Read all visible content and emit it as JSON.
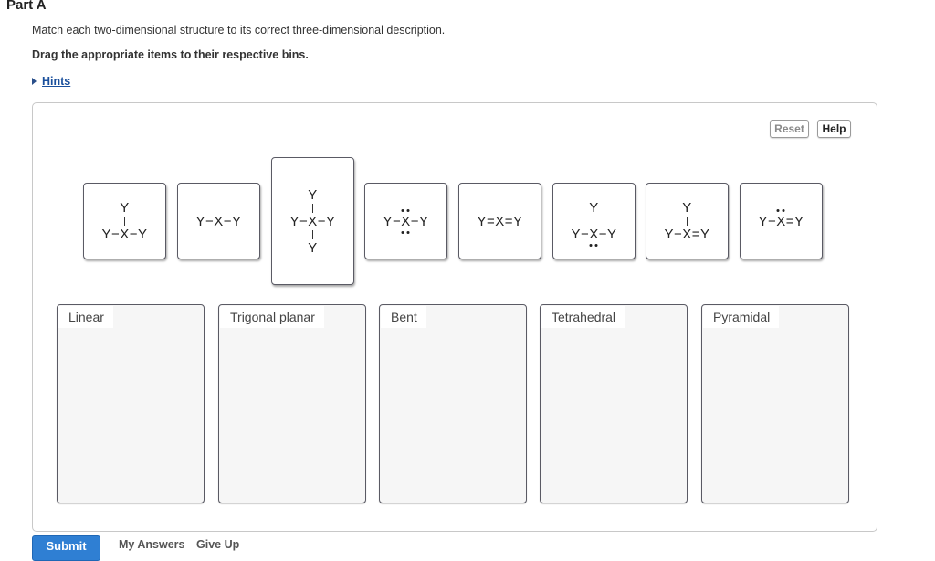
{
  "part": {
    "title": "Part A"
  },
  "instructions": {
    "text": "Match each two-dimensional structure to its correct three-dimensional description.",
    "drag_text": "Drag the appropriate items to their respective bins."
  },
  "hints": {
    "label": "Hints",
    "icon": "triangle-right-icon"
  },
  "toolbar": {
    "reset_label": "Reset",
    "help_label": "Help"
  },
  "tiles": [
    {
      "id": "t1",
      "top": "Y",
      "left": "Y",
      "bond_left": "−",
      "center": "X",
      "bond_right": "−",
      "right": "Y",
      "lone_pairs": "none"
    },
    {
      "id": "t2",
      "left": "Y",
      "bond_left": "−",
      "center": "X",
      "bond_right": "−",
      "right": "Y",
      "lone_pairs": "none"
    },
    {
      "id": "t3",
      "top": "Y",
      "left": "Y",
      "bond_left": "−",
      "center": "X",
      "bond_right": "−",
      "right": "Y",
      "bottom": "Y",
      "lone_pairs": "none"
    },
    {
      "id": "t4",
      "left": "Y",
      "bond_left": "−",
      "center": "X",
      "bond_right": "−",
      "right": "Y",
      "lone_pairs": "top,bottom"
    },
    {
      "id": "t5",
      "left": "Y",
      "bond_left": "=",
      "center": "X",
      "bond_right": "=",
      "right": "Y",
      "lone_pairs": "none"
    },
    {
      "id": "t6",
      "top": "Y",
      "left": "Y",
      "bond_left": "−",
      "center": "X",
      "bond_right": "−",
      "right": "Y",
      "lone_pairs": "bottom"
    },
    {
      "id": "t7",
      "top": "Y",
      "left": "Y",
      "bond_left": "−",
      "center": "X",
      "bond_right": "=",
      "right": "Y",
      "lone_pairs": "none"
    },
    {
      "id": "t8",
      "left": "Y",
      "bond_left": "−",
      "center": "X",
      "bond_right": "=",
      "right": "Y",
      "lone_pairs": "top"
    }
  ],
  "bins": [
    {
      "label": "Linear"
    },
    {
      "label": "Trigonal planar"
    },
    {
      "label": "Bent"
    },
    {
      "label": "Tetrahedral"
    },
    {
      "label": "Pyramidal"
    }
  ],
  "footer": {
    "submit_label": "Submit",
    "my_answers_label": "My Answers",
    "give_up_label": "Give Up"
  },
  "colors": {
    "link": "#1a4f9c",
    "submit_bg": "#2f7fd3",
    "bin_bg": "#f6f6f6",
    "tile_border": "#5a5a64"
  }
}
